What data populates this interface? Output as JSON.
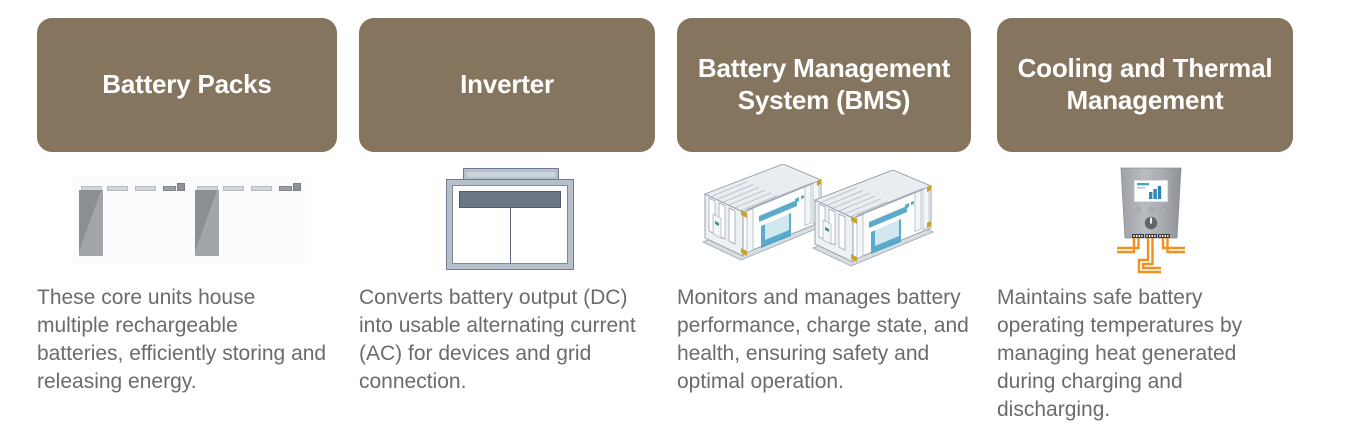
{
  "page": {
    "background": "#ffffff",
    "card_color": "#85755f",
    "card_title_color": "#ffffff",
    "body_text_color": "#6b6b6b",
    "accent_wire_color": "#f29120",
    "container_accent_color": "#4aa3c7"
  },
  "columns": [
    {
      "id": "battery-packs",
      "title": "Battery Packs",
      "illustration": "battery-cells-icon",
      "description": "These core units house multiple rechargeable batteries, efficiently storing and releasing energy."
    },
    {
      "id": "inverter",
      "title": "Inverter",
      "illustration": "inverter-cabinet-icon",
      "description": "Converts battery output (DC) into usable alternating current (AC) for devices and grid connection."
    },
    {
      "id": "battery-management-system",
      "title": "Battery Management System (BMS)",
      "illustration": "container-units-icon",
      "description": "Monitors and manages battery performance, charge state, and health, ensuring safety and optimal operation."
    },
    {
      "id": "cooling-and-thermal-management",
      "title": "Cooling and Thermal Management",
      "illustration": "thermostat-control-panel-icon",
      "description": "Maintains safe battery operating temperatures by managing heat generated during charging and discharging."
    }
  ]
}
